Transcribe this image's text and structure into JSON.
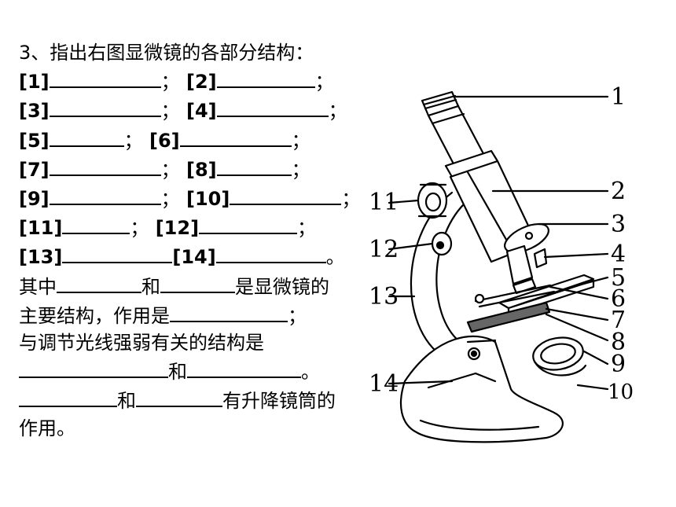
{
  "question": {
    "title": "3、指出右图显微镜的各部分结构：",
    "items": [
      "[1]",
      "[2]",
      "[3]",
      "[4]",
      "[5]",
      "[6]",
      "[7]",
      "[8]",
      "[9]",
      "[10]",
      "[11]",
      "[12]",
      "[13]",
      "[14]"
    ],
    "sep": "；",
    "end": "。",
    "l8_a": "其中",
    "l8_b": "和",
    "l8_c": "是显微镜的",
    "l9_a": "主要结构，作用是",
    "l10": "与调节光线强弱有关的结构是",
    "l11_b": "和",
    "l12_b": "和",
    "l12_c": "有升降镜筒的",
    "l13": "作用。"
  },
  "diagram": {
    "labels": [
      "1",
      "2",
      "3",
      "4",
      "5",
      "6",
      "7",
      "8",
      "9",
      "10",
      "11",
      "12",
      "13",
      "14"
    ]
  }
}
